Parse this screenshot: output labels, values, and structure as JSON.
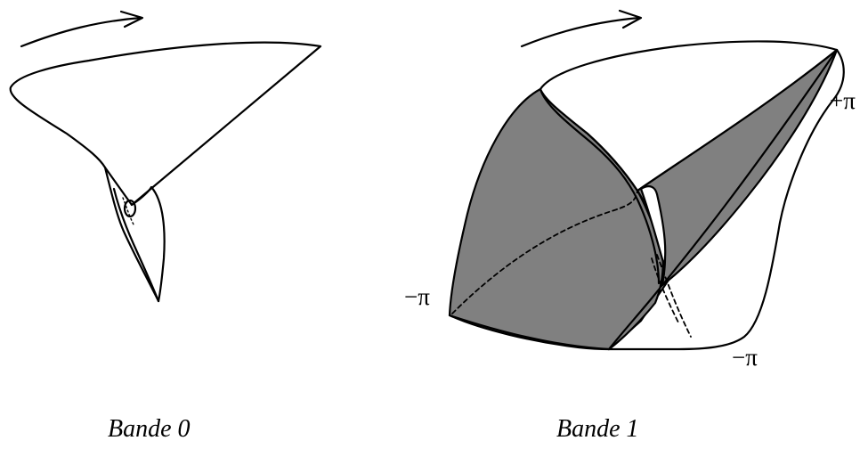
{
  "panels": [
    {
      "caption": "Bande 0"
    },
    {
      "caption": "Bande 1",
      "labels": {
        "plus_pi": "+π",
        "minus_pi_left": "−π",
        "minus_pi_bottom": "−π"
      }
    }
  ],
  "colors": {
    "stroke": "#000000",
    "shaded_fill": "#808080",
    "background": "#ffffff"
  },
  "icons": {
    "rotation_arrow": "arrow-right-curved-icon"
  }
}
